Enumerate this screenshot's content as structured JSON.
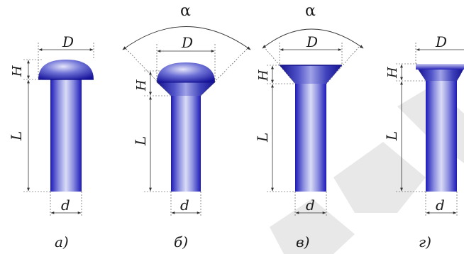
{
  "colors": {
    "rivet_shade": "#1c19b8",
    "rivet_light": "#d6d8f4",
    "rivet_dark": "#12108a",
    "dimension_line": "#333333",
    "watermark": "#e8e8e8"
  },
  "figures": [
    {
      "id": "a",
      "caption": "а)",
      "head": "semicircular",
      "labels": {
        "D": "D",
        "H": "H",
        "L": "L",
        "d": "d"
      }
    },
    {
      "id": "b",
      "caption": "б)",
      "head": "semi-countersunk",
      "labels": {
        "alpha": "α",
        "D": "D",
        "H": "H",
        "L": "L",
        "d": "d"
      }
    },
    {
      "id": "v",
      "caption": "в)",
      "head": "countersunk",
      "labels": {
        "alpha": "α",
        "D": "D",
        "H": "H",
        "L": "L",
        "d": "d"
      }
    },
    {
      "id": "g",
      "caption": "г)",
      "head": "flat",
      "labels": {
        "D": "D",
        "H": "H",
        "L": "L",
        "d": "d"
      }
    }
  ]
}
